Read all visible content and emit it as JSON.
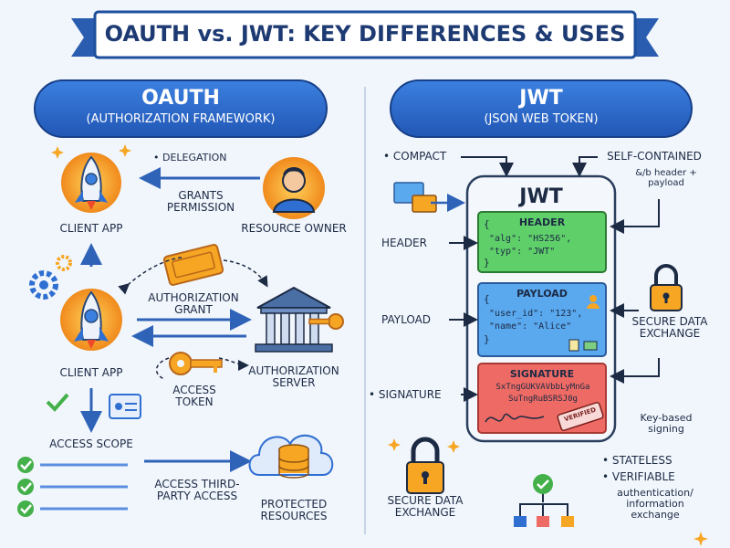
{
  "title": "OAUTH vs. JWT: KEY DIFFERENCES & USES",
  "oauth": {
    "heading": "OAUTH",
    "subheading": "(AUTHORIZATION FRAMEWORK)",
    "client_app_top": "CLIENT APP",
    "delegation": "• DELEGATION",
    "grants_permission": "GRANTS PERMISSION",
    "resource_owner": "RESOURCE OWNER",
    "authorization_grant": "AUTHORIZATION GRANT",
    "client_app_mid": "CLIENT APP",
    "access_token": "ACCESS TOKEN",
    "authorization_server": "AUTHORIZATION SERVER",
    "access_scope": "ACCESS SCOPE",
    "access_third_party": "ACCESS THIRD-PARTY ACCESS",
    "protected_resources": "PROTECTED RESOURCES"
  },
  "jwt": {
    "heading": "JWT",
    "subheading": "(JSON WEB TOKEN)",
    "compact": "• COMPACT",
    "self_contained": "SELF-CONTAINED",
    "self_contained_note": "&/b header + payload",
    "token_title": "JWT",
    "header_label": "HEADER",
    "payload_label": "PAYLOAD",
    "signature_label": "• SIGNATURE",
    "header_card": {
      "title": "HEADER",
      "line1": "\"alg\": \"HS256\",",
      "line2": "\"typ\": \"JWT\"",
      "open": "{",
      "close": "}"
    },
    "payload_card": {
      "title": "PAYLOAD",
      "line1": "\"user_id\": \"123\",",
      "line2": "\"name\": \"Alice\"",
      "open": "{",
      "close": "}"
    },
    "signature_card": {
      "title": "SIGNATURE",
      "line1": "SxTngGUKVAVbbLyMnGa",
      "line2": "SuTngRuBSRSJ0g",
      "stamp": "VERIFIED"
    },
    "secure_data_exchange_right": "SECURE DATA EXCHANGE",
    "key_based_signing": "Key-based signing",
    "secure_data_exchange_left": "SECURE DATA EXCHANGE",
    "stateless": "• STATELESS",
    "verifiable": "• VERIFIABLE",
    "auth_info_exchange": "authentication/ information exchange"
  },
  "colors": {
    "banner": "#1d4f9c",
    "pill": "#2f6fd1",
    "header_card": "#5fcf6a",
    "payload_card": "#5aa8ee",
    "signature_card": "#ee6a64",
    "accent_orange": "#f6a623",
    "check_green": "#43b04a"
  },
  "icons": [
    "rocket-icon",
    "person-icon",
    "bank-icon",
    "key-icon",
    "ticket-icon",
    "gear-icon",
    "padlock-icon",
    "cloud-database-icon",
    "checkmark-icon",
    "sparkle-icon",
    "network-icon"
  ]
}
